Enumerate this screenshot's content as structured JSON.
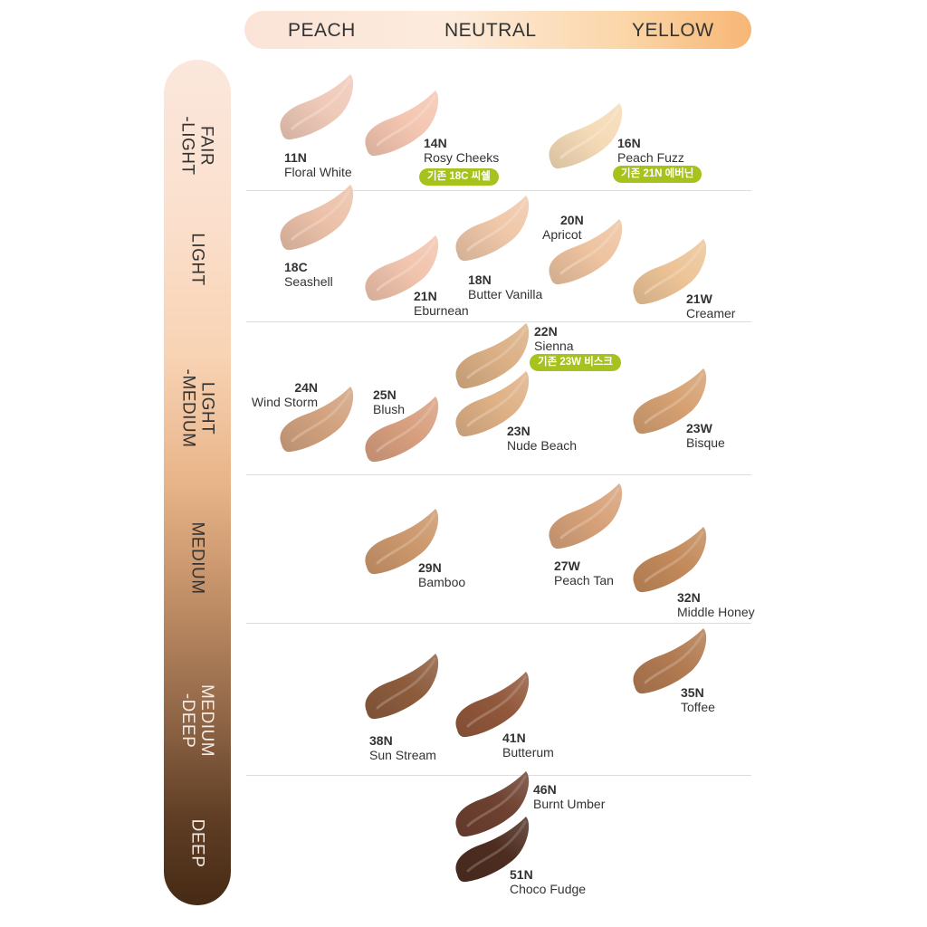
{
  "undertones": [
    "PEACH",
    "NEUTRAL",
    "YELLOW"
  ],
  "depths": [
    {
      "id": "fair-light",
      "label": "FAIR\n-LIGHT"
    },
    {
      "id": "light",
      "label": "LIGHT"
    },
    {
      "id": "light-medium",
      "label": "LIGHT\n-MEDIUM"
    },
    {
      "id": "medium",
      "label": "MEDIUM"
    },
    {
      "id": "medium-deep",
      "label": "MEDIUM\n-DEEP"
    },
    {
      "id": "deep",
      "label": "DEEP"
    }
  ],
  "shades": [
    {
      "code": "11N",
      "name": "Floral White",
      "color": "#efc9b8"
    },
    {
      "code": "14N",
      "name": "Rosy Cheeks",
      "color": "#f4c6b1",
      "legacy": "기존 18C 씨쉘"
    },
    {
      "code": "16N",
      "name": "Peach Fuzz",
      "color": "#f5dab6",
      "legacy": "기존 21N 에버닌"
    },
    {
      "code": "18C",
      "name": "Seashell",
      "color": "#ecc1a9"
    },
    {
      "code": "21N",
      "name": "Eburnean",
      "color": "#f1c4ad"
    },
    {
      "code": "18N",
      "name": "Butter Vanilla",
      "color": "#efc7a8"
    },
    {
      "code": "20N",
      "name": "Apricot",
      "color": "#eec3a0"
    },
    {
      "code": "21W",
      "name": "Creamer",
      "color": "#edc497"
    },
    {
      "code": "22N",
      "name": "Sienna",
      "color": "#dbb085",
      "legacy": "기존 23W 비스크"
    },
    {
      "code": "24N",
      "name": "Wind Storm",
      "color": "#d2a27f"
    },
    {
      "code": "25N",
      "name": "Blush",
      "color": "#d89f7f"
    },
    {
      "code": "23N",
      "name": "Nude Beach",
      "color": "#dfb186"
    },
    {
      "code": "23W",
      "name": "Bisque",
      "color": "#d6a173"
    },
    {
      "code": "29N",
      "name": "Bamboo",
      "color": "#cc976c"
    },
    {
      "code": "27W",
      "name": "Peach Tan",
      "color": "#d7a27a"
    },
    {
      "code": "32N",
      "name": "Middle Honey",
      "color": "#c38a5b"
    },
    {
      "code": "35N",
      "name": "Toffee",
      "color": "#b27b52"
    },
    {
      "code": "38N",
      "name": "Sun Stream",
      "color": "#8d5c3d"
    },
    {
      "code": "41N",
      "name": "Butterum",
      "color": "#91583b"
    },
    {
      "code": "46N",
      "name": "Burnt Umber",
      "color": "#6e4130"
    },
    {
      "code": "51N",
      "name": "Choco Fudge",
      "color": "#4e2d20"
    }
  ]
}
